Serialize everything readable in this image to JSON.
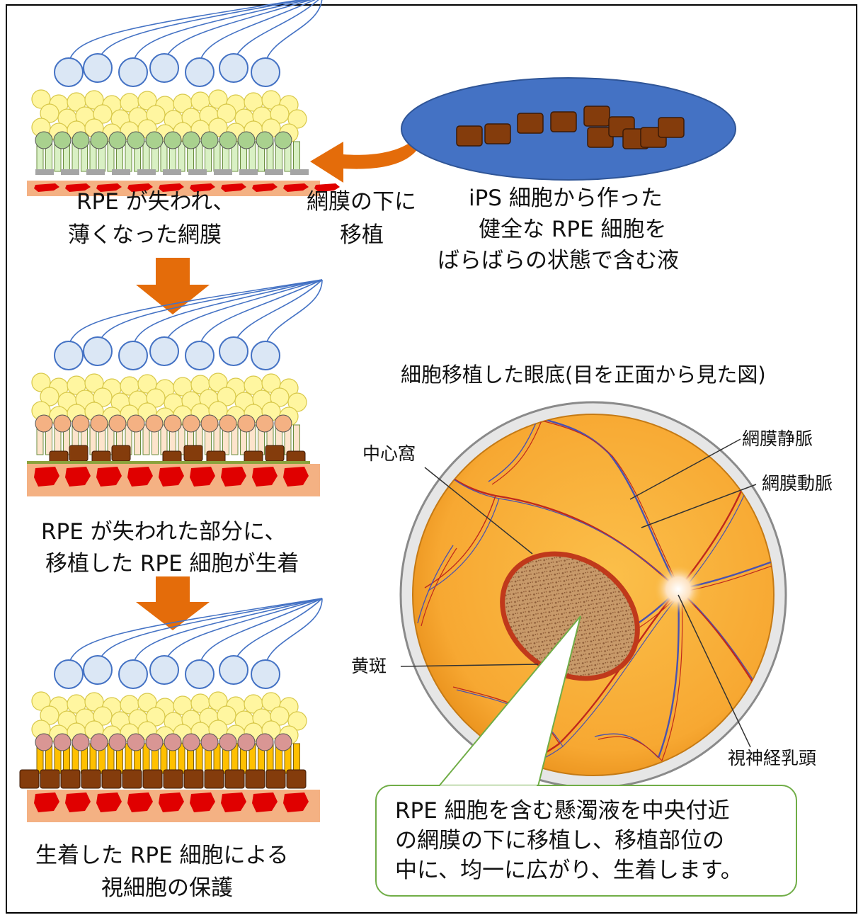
{
  "stage1": {
    "caption_line1": "RPE が失われ、",
    "caption_line2": "薄くなった網膜"
  },
  "arrow_label": {
    "line1": "網膜の下に",
    "line2": "移植"
  },
  "cell_fluid": {
    "line1": "iPS 細胞から作った",
    "line2": "健全な RPE 細胞を",
    "line3": "ばらばらの状態で含む液"
  },
  "stage2": {
    "caption_line1": "RPE が失われた部分に、",
    "caption_line2": "移植した RPE 細胞が生着"
  },
  "stage3": {
    "caption_line1": "生着した RPE 細胞による",
    "caption_line2": "視細胞の保護"
  },
  "fundus": {
    "title": "細胞移植した眼底(目を正面から見た図)",
    "labels": {
      "fovea": "中心窩",
      "retinal_vein": "網膜静脈",
      "retinal_artery": "網膜動脈",
      "macula": "黄斑",
      "optic_disc": "視神経乳頭"
    }
  },
  "callout": {
    "line1": "RPE 細胞を含む懸濁液を中央付近",
    "line2": "の網膜の下に移植し、移植部位の",
    "line3": "中に、均一に広がり、生着します。"
  },
  "colors": {
    "photoreceptor_nucleus": "#dbe7f5",
    "photoreceptor_outline": "#4472c4",
    "yellow_cell": "#fff6a0",
    "rpe_diseased": "#a9d18e",
    "rpe_transplant": "#843c0c",
    "rpe_transplanted_top": "#f4b183",
    "rpe_protected_top": "#d99694",
    "choroid": "#f4b183",
    "blood": "#e00000",
    "arrow": "#e46c0a",
    "fluid": "#4472c4",
    "fundus": "#f7a832",
    "callout_border": "#70ad47"
  }
}
